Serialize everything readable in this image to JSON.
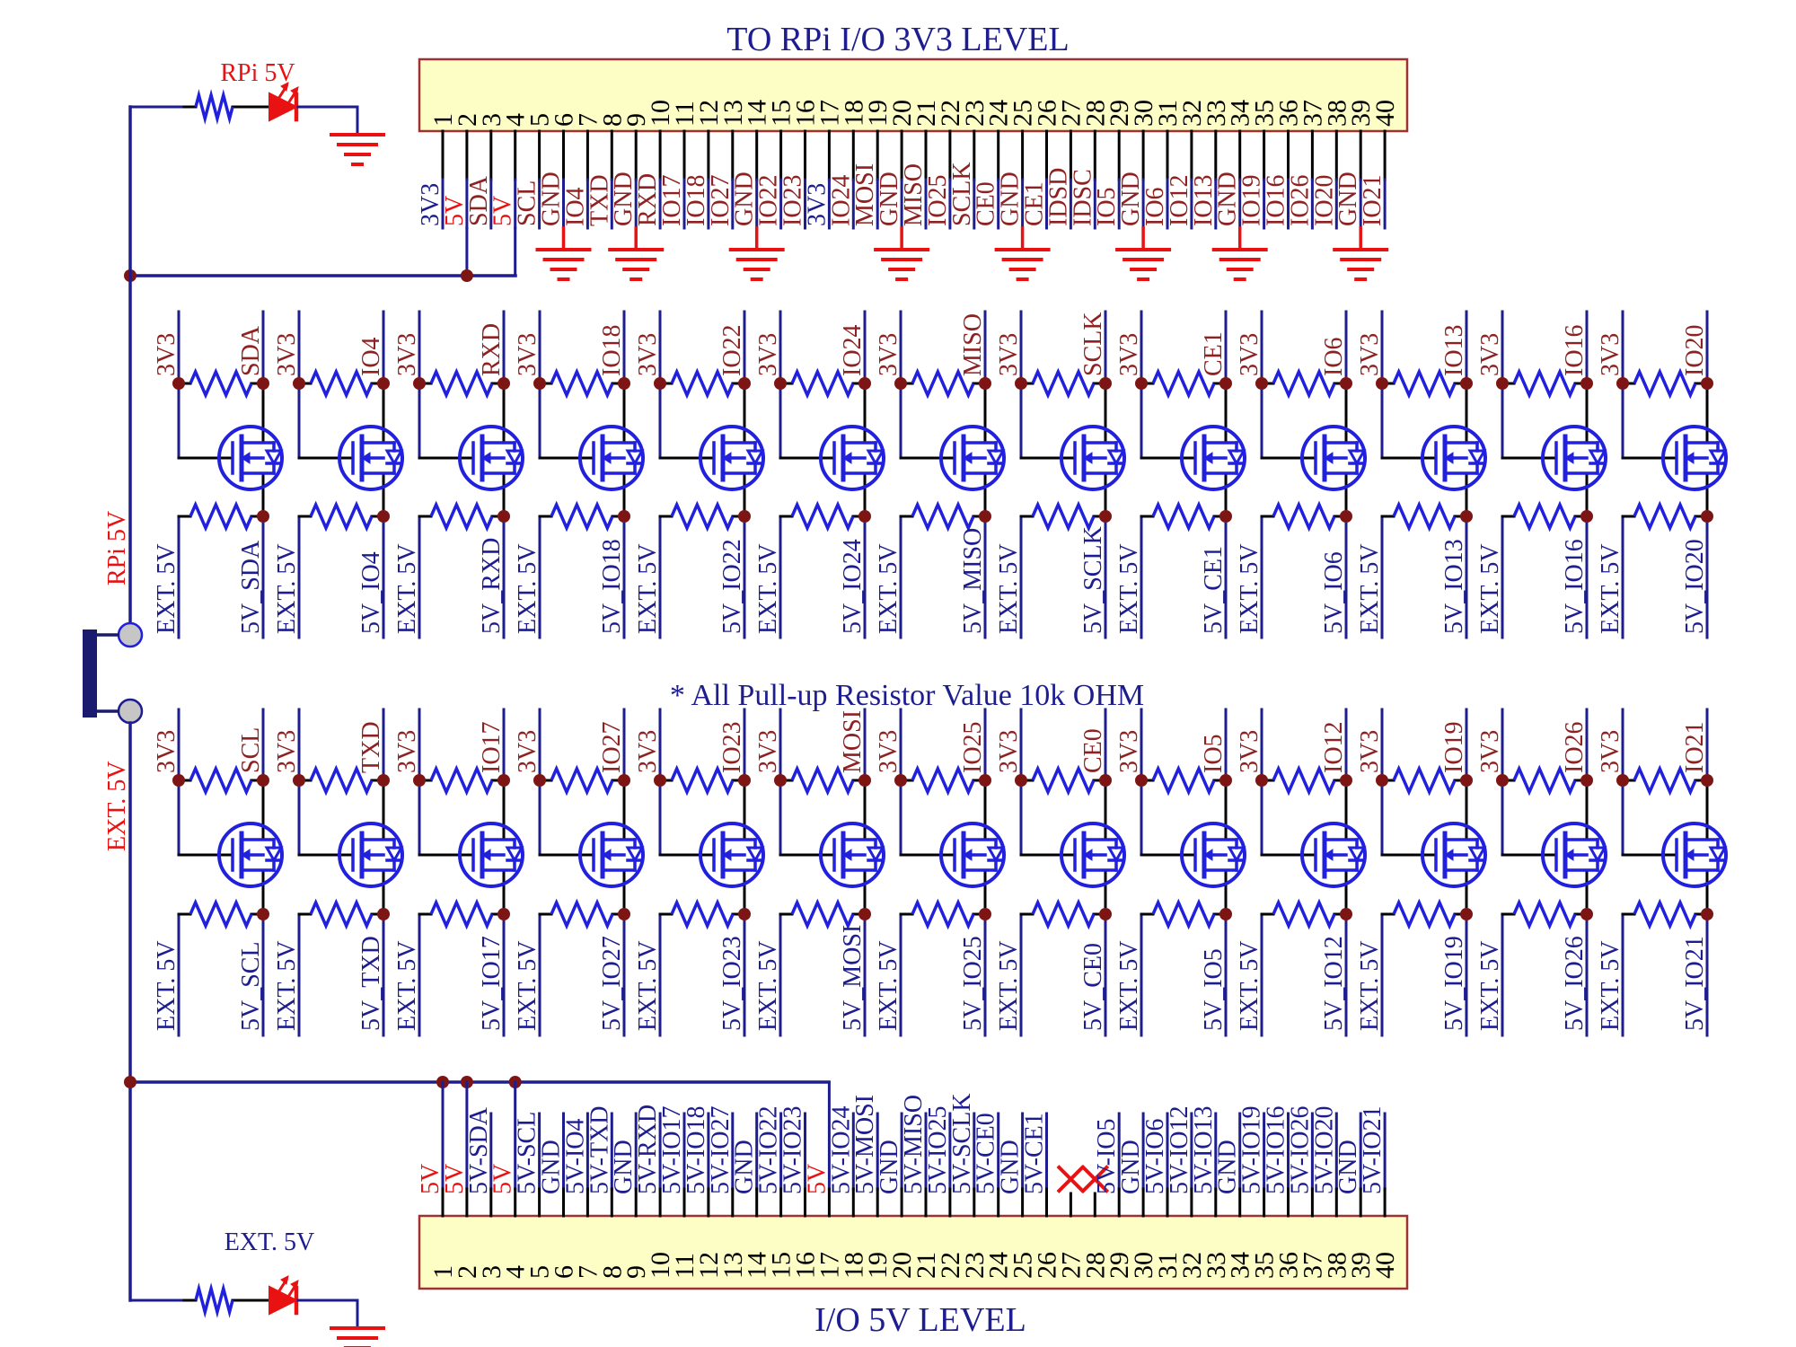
{
  "titles": {
    "top_header": "TO RPi  I/O 3V3 LEVEL",
    "bottom_header": "I/O 5V LEVEL",
    "note": "* All Pull-up Resistor Value 10k OHM"
  },
  "power": {
    "rpi_rail_label": "RPi 5V",
    "ext_rail_label": "EXT. 5V",
    "rpi_led_label": "RPi 5V",
    "ext_led_label": "EXT. 5V"
  },
  "cells": {
    "pullup_rail_label": "3V3",
    "ext_rail_label": "EXT. 5V",
    "row1": [
      {
        "signal": "SDA",
        "net": "5V_SDA"
      },
      {
        "signal": "IO4",
        "net": "5V_IO4"
      },
      {
        "signal": "RXD",
        "net": "5V_RXD"
      },
      {
        "signal": "IO18",
        "net": "5V_IO18"
      },
      {
        "signal": "IO22",
        "net": "5V_IO22"
      },
      {
        "signal": "IO24",
        "net": "5V_IO24"
      },
      {
        "signal": "MISO",
        "net": "5V_MISO"
      },
      {
        "signal": "SCLK",
        "net": "5V_SCLK"
      },
      {
        "signal": "CE1",
        "net": "5V_CE1"
      },
      {
        "signal": "IO6",
        "net": "5V_IO6"
      },
      {
        "signal": "IO13",
        "net": "5V_IO13"
      },
      {
        "signal": "IO16",
        "net": "5V_IO16"
      },
      {
        "signal": "IO20",
        "net": "5V_IO20"
      }
    ],
    "row2": [
      {
        "signal": "SCL",
        "net": "5V_SCL"
      },
      {
        "signal": "TXD",
        "net": "5V_TXD"
      },
      {
        "signal": "IO17",
        "net": "5V_IO17"
      },
      {
        "signal": "IO27",
        "net": "5V_IO27"
      },
      {
        "signal": "IO23",
        "net": "5V_IO23"
      },
      {
        "signal": "MOSI",
        "net": "5V_MOSI"
      },
      {
        "signal": "IO25",
        "net": "5V_IO25"
      },
      {
        "signal": "CE0",
        "net": "5V_CE0"
      },
      {
        "signal": "IO5",
        "net": "5V_IO5"
      },
      {
        "signal": "IO12",
        "net": "5V_IO12"
      },
      {
        "signal": "IO19",
        "net": "5V_IO19"
      },
      {
        "signal": "IO26",
        "net": "5V_IO26"
      },
      {
        "signal": "IO21",
        "net": "5V_IO21"
      }
    ]
  },
  "top_header_pins": [
    {
      "n": "1",
      "label": "3V3",
      "color": "navy"
    },
    {
      "n": "2",
      "label": "5V",
      "color": "red",
      "bus": true
    },
    {
      "n": "3",
      "label": "SDA",
      "color": "maroon"
    },
    {
      "n": "4",
      "label": "5V",
      "color": "red",
      "bus": true
    },
    {
      "n": "5",
      "label": "SCL",
      "color": "maroon"
    },
    {
      "n": "6",
      "label": "GND",
      "color": "maroon",
      "gnd": true
    },
    {
      "n": "7",
      "label": "IO4",
      "color": "maroon"
    },
    {
      "n": "8",
      "label": "TXD",
      "color": "maroon"
    },
    {
      "n": "9",
      "label": "GND",
      "color": "maroon",
      "gnd": true
    },
    {
      "n": "10",
      "label": "RXD",
      "color": "maroon"
    },
    {
      "n": "11",
      "label": "IO17",
      "color": "maroon"
    },
    {
      "n": "12",
      "label": "IO18",
      "color": "maroon"
    },
    {
      "n": "13",
      "label": "IO27",
      "color": "maroon"
    },
    {
      "n": "14",
      "label": "GND",
      "color": "maroon",
      "gnd": true
    },
    {
      "n": "15",
      "label": "IO22",
      "color": "maroon"
    },
    {
      "n": "16",
      "label": "IO23",
      "color": "maroon"
    },
    {
      "n": "17",
      "label": "3V3",
      "color": "navy"
    },
    {
      "n": "18",
      "label": "IO24",
      "color": "maroon"
    },
    {
      "n": "19",
      "label": "MOSI",
      "color": "maroon"
    },
    {
      "n": "20",
      "label": "GND",
      "color": "maroon",
      "gnd": true
    },
    {
      "n": "21",
      "label": "MISO",
      "color": "maroon"
    },
    {
      "n": "22",
      "label": "IO25",
      "color": "maroon"
    },
    {
      "n": "23",
      "label": "SCLK",
      "color": "maroon"
    },
    {
      "n": "24",
      "label": "CE0",
      "color": "maroon"
    },
    {
      "n": "25",
      "label": "GND",
      "color": "maroon",
      "gnd": true
    },
    {
      "n": "26",
      "label": "CE1",
      "color": "maroon"
    },
    {
      "n": "27",
      "label": "IDSD",
      "color": "maroon"
    },
    {
      "n": "28",
      "label": "IDSC",
      "color": "maroon"
    },
    {
      "n": "29",
      "label": "IO5",
      "color": "maroon"
    },
    {
      "n": "30",
      "label": "GND",
      "color": "maroon",
      "gnd": true
    },
    {
      "n": "31",
      "label": "IO6",
      "color": "maroon"
    },
    {
      "n": "32",
      "label": "IO12",
      "color": "maroon"
    },
    {
      "n": "33",
      "label": "IO13",
      "color": "maroon"
    },
    {
      "n": "34",
      "label": "GND",
      "color": "maroon",
      "gnd": true
    },
    {
      "n": "35",
      "label": "IO19",
      "color": "maroon"
    },
    {
      "n": "36",
      "label": "IO16",
      "color": "maroon"
    },
    {
      "n": "37",
      "label": "IO26",
      "color": "maroon"
    },
    {
      "n": "38",
      "label": "IO20",
      "color": "maroon"
    },
    {
      "n": "39",
      "label": "GND",
      "color": "maroon",
      "gnd": true
    },
    {
      "n": "40",
      "label": "IO21",
      "color": "maroon"
    }
  ],
  "bottom_header_pins": [
    {
      "n": "1",
      "label": "5V",
      "color": "red",
      "bus": true
    },
    {
      "n": "2",
      "label": "5V",
      "color": "red",
      "bus": true
    },
    {
      "n": "3",
      "label": "5V-SDA",
      "color": "navy"
    },
    {
      "n": "4",
      "label": "5V",
      "color": "red",
      "bus": true
    },
    {
      "n": "5",
      "label": "5V-SCL",
      "color": "navy"
    },
    {
      "n": "6",
      "label": "GND",
      "color": "navy"
    },
    {
      "n": "7",
      "label": "5V-IO4",
      "color": "navy"
    },
    {
      "n": "8",
      "label": "5V-TXD",
      "color": "navy"
    },
    {
      "n": "9",
      "label": "GND",
      "color": "navy"
    },
    {
      "n": "10",
      "label": "5V-RXD",
      "color": "navy"
    },
    {
      "n": "11",
      "label": "5V-IO17",
      "color": "navy"
    },
    {
      "n": "12",
      "label": "5V-IO18",
      "color": "navy"
    },
    {
      "n": "13",
      "label": "5V-IO27",
      "color": "navy"
    },
    {
      "n": "14",
      "label": "GND",
      "color": "navy"
    },
    {
      "n": "15",
      "label": "5V-IO22",
      "color": "navy"
    },
    {
      "n": "16",
      "label": "5V-IO23",
      "color": "navy"
    },
    {
      "n": "17",
      "label": "5V",
      "color": "red",
      "bus": true
    },
    {
      "n": "18",
      "label": "5V-IO24",
      "color": "navy"
    },
    {
      "n": "19",
      "label": "5V-MOSI",
      "color": "navy"
    },
    {
      "n": "20",
      "label": "GND",
      "color": "navy"
    },
    {
      "n": "21",
      "label": "5V-MISO",
      "color": "navy"
    },
    {
      "n": "22",
      "label": "5V-IO25",
      "color": "navy"
    },
    {
      "n": "23",
      "label": "5V-SCLK",
      "color": "navy"
    },
    {
      "n": "24",
      "label": "5V-CE0",
      "color": "navy"
    },
    {
      "n": "25",
      "label": "GND",
      "color": "navy"
    },
    {
      "n": "26",
      "label": "5V-CE1",
      "color": "navy"
    },
    {
      "n": "27",
      "label": "",
      "color": "navy",
      "xmark": true
    },
    {
      "n": "28",
      "label": "",
      "color": "navy",
      "xmark": true
    },
    {
      "n": "29",
      "label": "5V-IO5",
      "color": "navy"
    },
    {
      "n": "30",
      "label": "GND",
      "color": "navy"
    },
    {
      "n": "31",
      "label": "5V-IO6",
      "color": "navy"
    },
    {
      "n": "32",
      "label": "5V-IO12",
      "color": "navy"
    },
    {
      "n": "33",
      "label": "5V-IO13",
      "color": "navy"
    },
    {
      "n": "34",
      "label": "GND",
      "color": "navy"
    },
    {
      "n": "35",
      "label": "5V-IO19",
      "color": "navy"
    },
    {
      "n": "36",
      "label": "5V-IO16",
      "color": "navy"
    },
    {
      "n": "37",
      "label": "5V-IO26",
      "color": "navy"
    },
    {
      "n": "38",
      "label": "5V-IO20",
      "color": "navy"
    },
    {
      "n": "39",
      "label": "GND",
      "color": "navy"
    },
    {
      "n": "40",
      "label": "5V-IO21",
      "color": "navy"
    }
  ],
  "colors": {
    "navy": "#1d1d90",
    "blue": "#2020dd",
    "maroon": "#8e2222",
    "red": "#e81212",
    "dot": "#7d1515",
    "black": "#000000",
    "box_fill": "#fdfdc6",
    "box_border": "#9e3232",
    "pad_fill": "#c6c6c6",
    "jumper": "#1a1a6e"
  }
}
